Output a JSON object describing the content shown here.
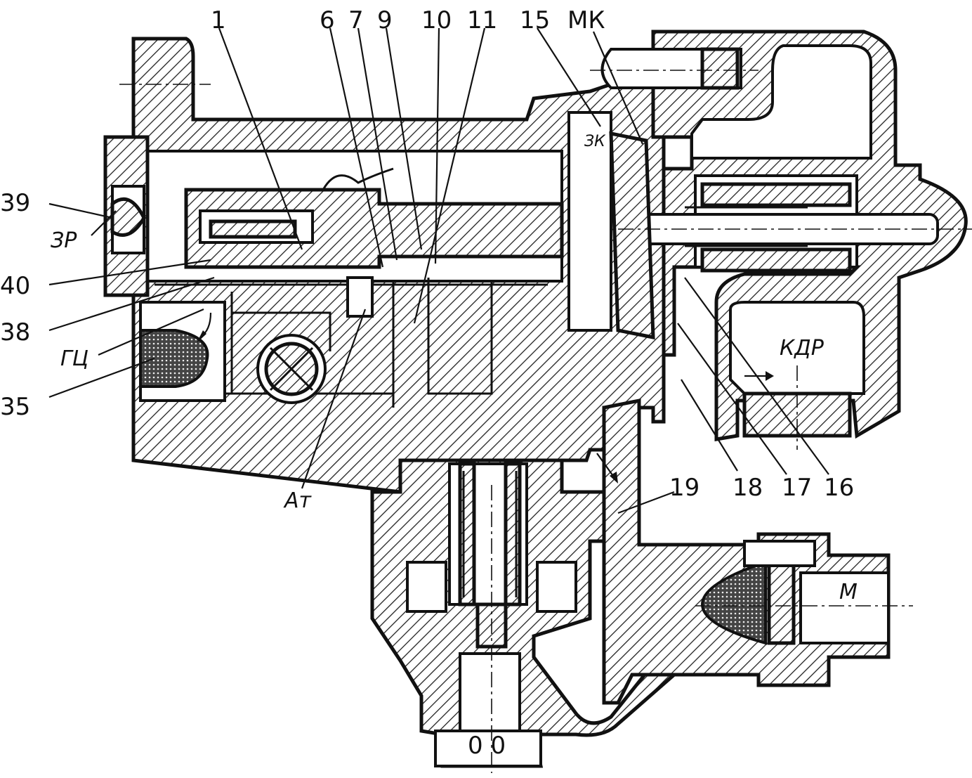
{
  "figure": {
    "top_labels": [
      "1",
      "6",
      "7",
      "9",
      "10",
      "11",
      "15",
      "МК"
    ],
    "left_labels": [
      "39",
      "ЗР",
      "40",
      "38",
      "ГЦ",
      "35"
    ],
    "right_labels": [
      "КДР",
      "18",
      "17",
      "16",
      "19",
      "М"
    ],
    "inner_labels": [
      "ЗК",
      "Ат"
    ],
    "bottom_port_label": "0 0"
  }
}
